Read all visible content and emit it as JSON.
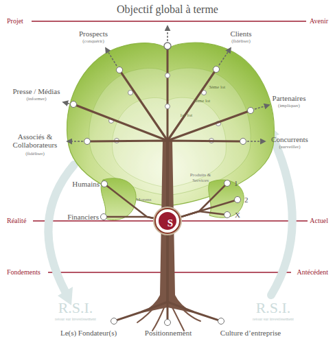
{
  "diagram": {
    "title": "Objectif global à terme",
    "nodes": [
      {
        "text": [
          "Prospects",
          "(conquérir)"
        ]
      },
      {
        "text": [
          "Clients",
          "(fidéliser)"
        ]
      },
      {
        "text": [
          "Presse / Médias",
          "(informer)"
        ]
      },
      {
        "text": [
          "Partenaires",
          "(impliquer)"
        ]
      },
      {
        "text": [
          "Associés & Collaborateurs",
          "(fidéliser)"
        ]
      },
      {
        "text": [
          "Concurrents",
          "(surveiller)"
        ]
      },
      {
        "text": [
          "Humains"
        ]
      },
      {
        "text": [
          "1"
        ]
      },
      {
        "text": [
          "2"
        ]
      },
      {
        "text": [
          "X"
        ]
      },
      {
        "text": [
          "Financiers"
        ]
      },
      {
        "text": [
          "S"
        ]
      },
      {
        "text": [
          "Le(s) Fondateur(s)"
        ]
      },
      {
        "text": [
          "Positionnement"
        ]
      },
      {
        "text": [
          "Culture d’entreprise"
        ]
      }
    ],
    "edges": [
      {
        "from": 11,
        "to": 0,
        "arrow": "none"
      },
      {
        "from": 11,
        "to": 1,
        "arrow": "none"
      },
      {
        "from": 11,
        "to": 2,
        "arrow": "none"
      },
      {
        "from": 11,
        "to": 3,
        "arrow": "none"
      },
      {
        "from": 11,
        "to": 4,
        "arrow": "none"
      },
      {
        "from": 11,
        "to": 5,
        "arrow": "none"
      },
      {
        "from": 11,
        "to": 6,
        "arrow": "none"
      },
      {
        "from": 11,
        "to": 7,
        "arrow": "none"
      },
      {
        "from": 11,
        "to": 8,
        "arrow": "none"
      },
      {
        "from": 11,
        "to": 9,
        "arrow": "none"
      },
      {
        "from": 11,
        "to": 10,
        "arrow": "none"
      },
      {
        "from": 11,
        "to": 12,
        "arrow": "none"
      },
      {
        "from": 11,
        "to": 13,
        "arrow": "none"
      },
      {
        "from": 11,
        "to": 14,
        "arrow": "none"
      }
    ],
    "labels": [
      "Projet",
      "Avenir",
      "Réalité",
      "Actuel",
      "Fondements",
      "Antécédent",
      "1er lot",
      "2ème lot",
      "3ème lot",
      "Moyens",
      "Produits & Services",
      "R.S.I.",
      "retour sur investissement",
      "R.S.I.",
      "retour sur investissement"
    ]
  }
}
